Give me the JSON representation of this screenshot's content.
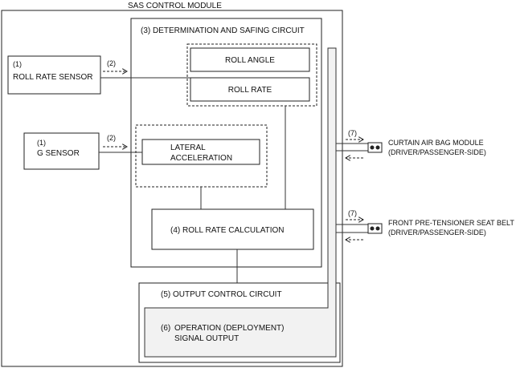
{
  "module": {
    "title": "SAS CONTROL MODULE"
  },
  "roll_sensor": {
    "num": "(1)",
    "label": "ROLL RATE SENSOR",
    "arrow": "(2)"
  },
  "g_sensor": {
    "num": "(1)",
    "label": "G SENSOR",
    "arrow": "(2)"
  },
  "determination": {
    "title": "(3) DETERMINATION AND SAFING CIRCUIT",
    "roll_angle": "ROLL ANGLE",
    "roll_rate": "ROLL RATE",
    "lateral_1": "LATERAL",
    "lateral_2": "ACCELERATION",
    "calc": "(4) ROLL RATE CALCULATION"
  },
  "output_control": {
    "title": "(5) OUTPUT CONTROL  CIRCUIT",
    "num": "(6)",
    "signal_1": "OPERATION (DEPLOYMENT)",
    "signal_2": "SIGNAL OUTPUT"
  },
  "outputs": [
    {
      "num": "(7)",
      "line1": "CURTAIN AIR BAG MODULE",
      "line2": "(DRIVER/PASSENGER-SIDE)"
    },
    {
      "num": "(7)",
      "line1": "FRONT PRE-TENSIONER SEAT BELT",
      "line2": "(DRIVER/PASSENGER-SIDE)"
    }
  ]
}
